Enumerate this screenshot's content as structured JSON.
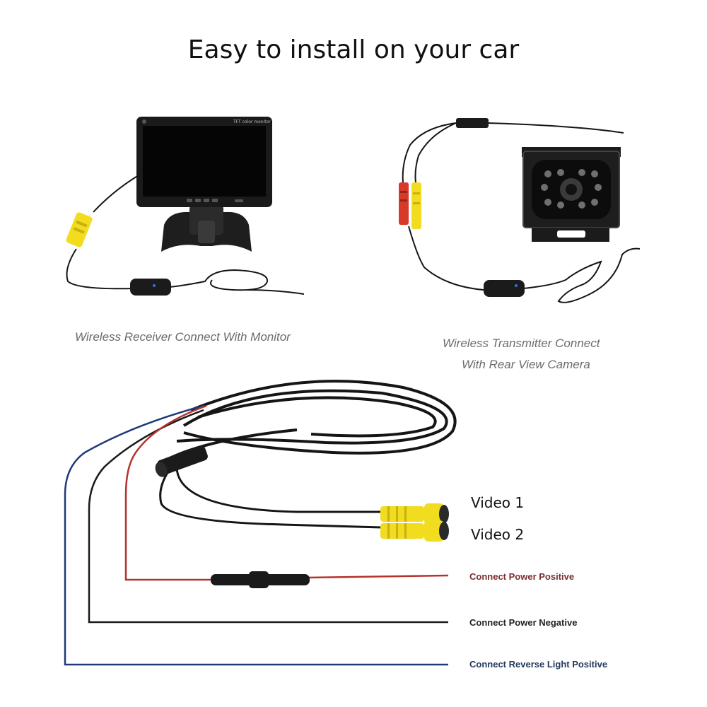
{
  "title": "Easy to install on your car",
  "captions": {
    "receiver": "Wireless Receiver Connect With Monitor",
    "transmitter_line1": "Wireless Transmitter Connect",
    "transmitter_line2": "With Rear View Camera"
  },
  "monitor_badge": "TFT color monitor",
  "video_labels": {
    "video1": "Video 1",
    "video2": "Video 2"
  },
  "wire_labels": {
    "power_positive": "Connect Power Positive",
    "power_negative": "Connect Power Negative",
    "reverse_light_positive": "Connect Reverse Light Positive"
  },
  "colors": {
    "positive_wire": "#b5332c",
    "negative_wire": "#1a1a1a",
    "reverse_wire": "#1f3a78",
    "rca_yellow": "#f2dc1f",
    "rca_red": "#d83a2a",
    "cable": "#151515"
  }
}
